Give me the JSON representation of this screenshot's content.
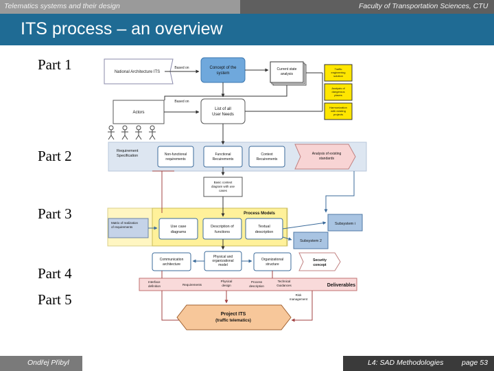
{
  "header": {
    "course_title": "Telematics systems and their design",
    "faculty": "Faculty of Transportation Sciences, CTU"
  },
  "slide": {
    "title": "ITS process – an overview",
    "parts": [
      "Part 1",
      "Part 2",
      "Part 3",
      "Part 4",
      "Part 5"
    ]
  },
  "diagram": {
    "national_architecture": "National Architecture ITS",
    "based_on_1": "Based on",
    "based_on_2": "Based on",
    "concept": [
      "Concept of the",
      "system"
    ],
    "current_state": [
      "Current state",
      "analysis"
    ],
    "traffic_engineering": [
      "Traffic",
      "engineering",
      "solution"
    ],
    "dangerous_places": [
      "Analysis of",
      "dangerous",
      "places"
    ],
    "harmonization": [
      "Harmonization",
      "with existing",
      "projects"
    ],
    "actors": "Actors",
    "user_needs": [
      "List of all",
      "User Needs"
    ],
    "requirement_spec": [
      "Requirement",
      "Specification"
    ],
    "nonfunctional": [
      "Non-functional",
      "requirements"
    ],
    "functional": [
      "Functional",
      "Recuirements"
    ],
    "context_req": [
      "Context",
      "Recuirements"
    ],
    "existing_standards": [
      "Analysis of existing",
      "standards"
    ],
    "basic_context": [
      "Basic context",
      "diagram with use",
      "cases"
    ],
    "process_models": "Process Models",
    "matrix": [
      "Matrix of realization",
      "of requirements"
    ],
    "use_case": [
      "Use case",
      "diagrams"
    ],
    "desc_functions": [
      "Description of",
      "functions"
    ],
    "textual_desc": [
      "Textual",
      "description"
    ],
    "subsystem_i": "Subsystem i",
    "subsystem_2": "Subsystem 2",
    "communication": [
      "Communication",
      "architecture"
    ],
    "physical_org": [
      "Physical and",
      "organizational",
      "model"
    ],
    "org_structure": [
      "Organizational",
      "structure"
    ],
    "security": [
      "Security",
      "concept"
    ],
    "interface_def": [
      "Interface",
      "definition"
    ],
    "requirements": "Requirements",
    "physical_design": [
      "Physical",
      "design"
    ],
    "process_desc": [
      "Process",
      "description"
    ],
    "technical_guidances": [
      "Technical",
      "Guidances"
    ],
    "deliverables": "Deliverables",
    "risk_mgmt": [
      "Risk",
      "management"
    ],
    "project_its": [
      "Project ITS",
      "(traffic telematics)"
    ]
  },
  "footer": {
    "author": "Ondřej Přibyl",
    "lecture": "L4: SAD Methodologies",
    "page": "page 53"
  }
}
